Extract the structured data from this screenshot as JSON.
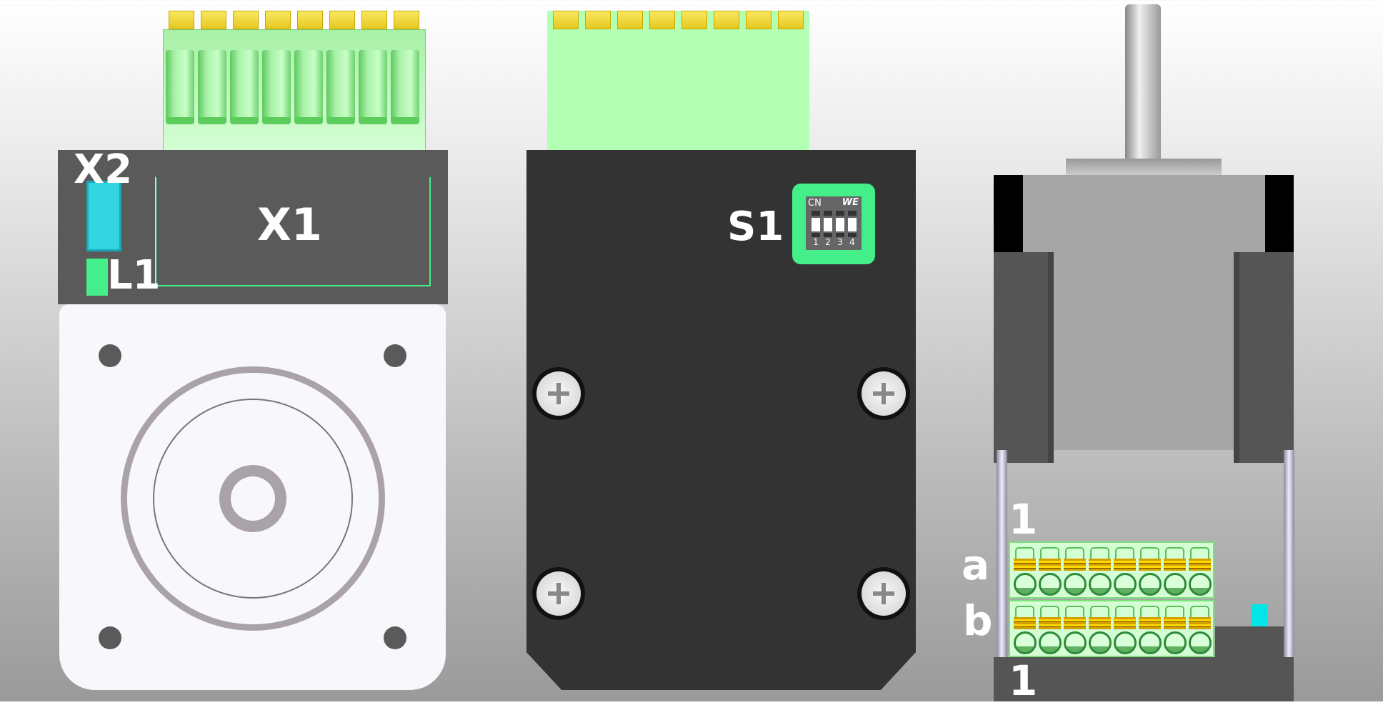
{
  "labels": {
    "x1": "X1",
    "x2": "X2",
    "l1": "L1",
    "s1": "S1",
    "row_a": "a",
    "row_b": "b",
    "pin_top": "1",
    "pin_bottom": "1"
  },
  "dip_switch": {
    "marking": "CN",
    "brand": "WE",
    "positions": [
      "1",
      "2",
      "3",
      "4"
    ]
  },
  "connector_pins": 8,
  "terminal_columns": 8,
  "colors": {
    "board": "#5a5a5a",
    "housing": "#333333",
    "connector": "#b3ffb3",
    "pcb": "#44ee88",
    "led": "#00e5e5"
  }
}
